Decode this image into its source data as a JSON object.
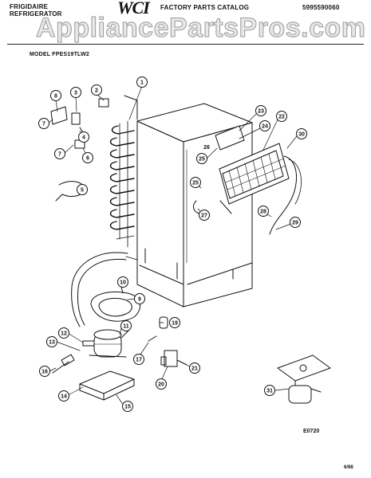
{
  "header": {
    "brand": "FRIGIDAIRE",
    "category": "REFRIGERATOR",
    "logo": "WCI",
    "catalog_title": "FACTORY PARTS CATALOG",
    "catalog_number": "5995590060"
  },
  "watermark": "AppliancePartsPros.com",
  "model_label": "MODEL FPES19TLW2",
  "part_callouts": [
    "1",
    "2",
    "3",
    "4",
    "5",
    "6",
    "7",
    "7",
    "8",
    "9",
    "10",
    "11",
    "12",
    "13",
    "14",
    "15",
    "16",
    "17",
    "19",
    "20",
    "21",
    "22",
    "23",
    "24",
    "25",
    "25",
    "26",
    "27",
    "28",
    "29",
    "30",
    "31"
  ],
  "figure_id": "E0720",
  "date_code": "6/98"
}
